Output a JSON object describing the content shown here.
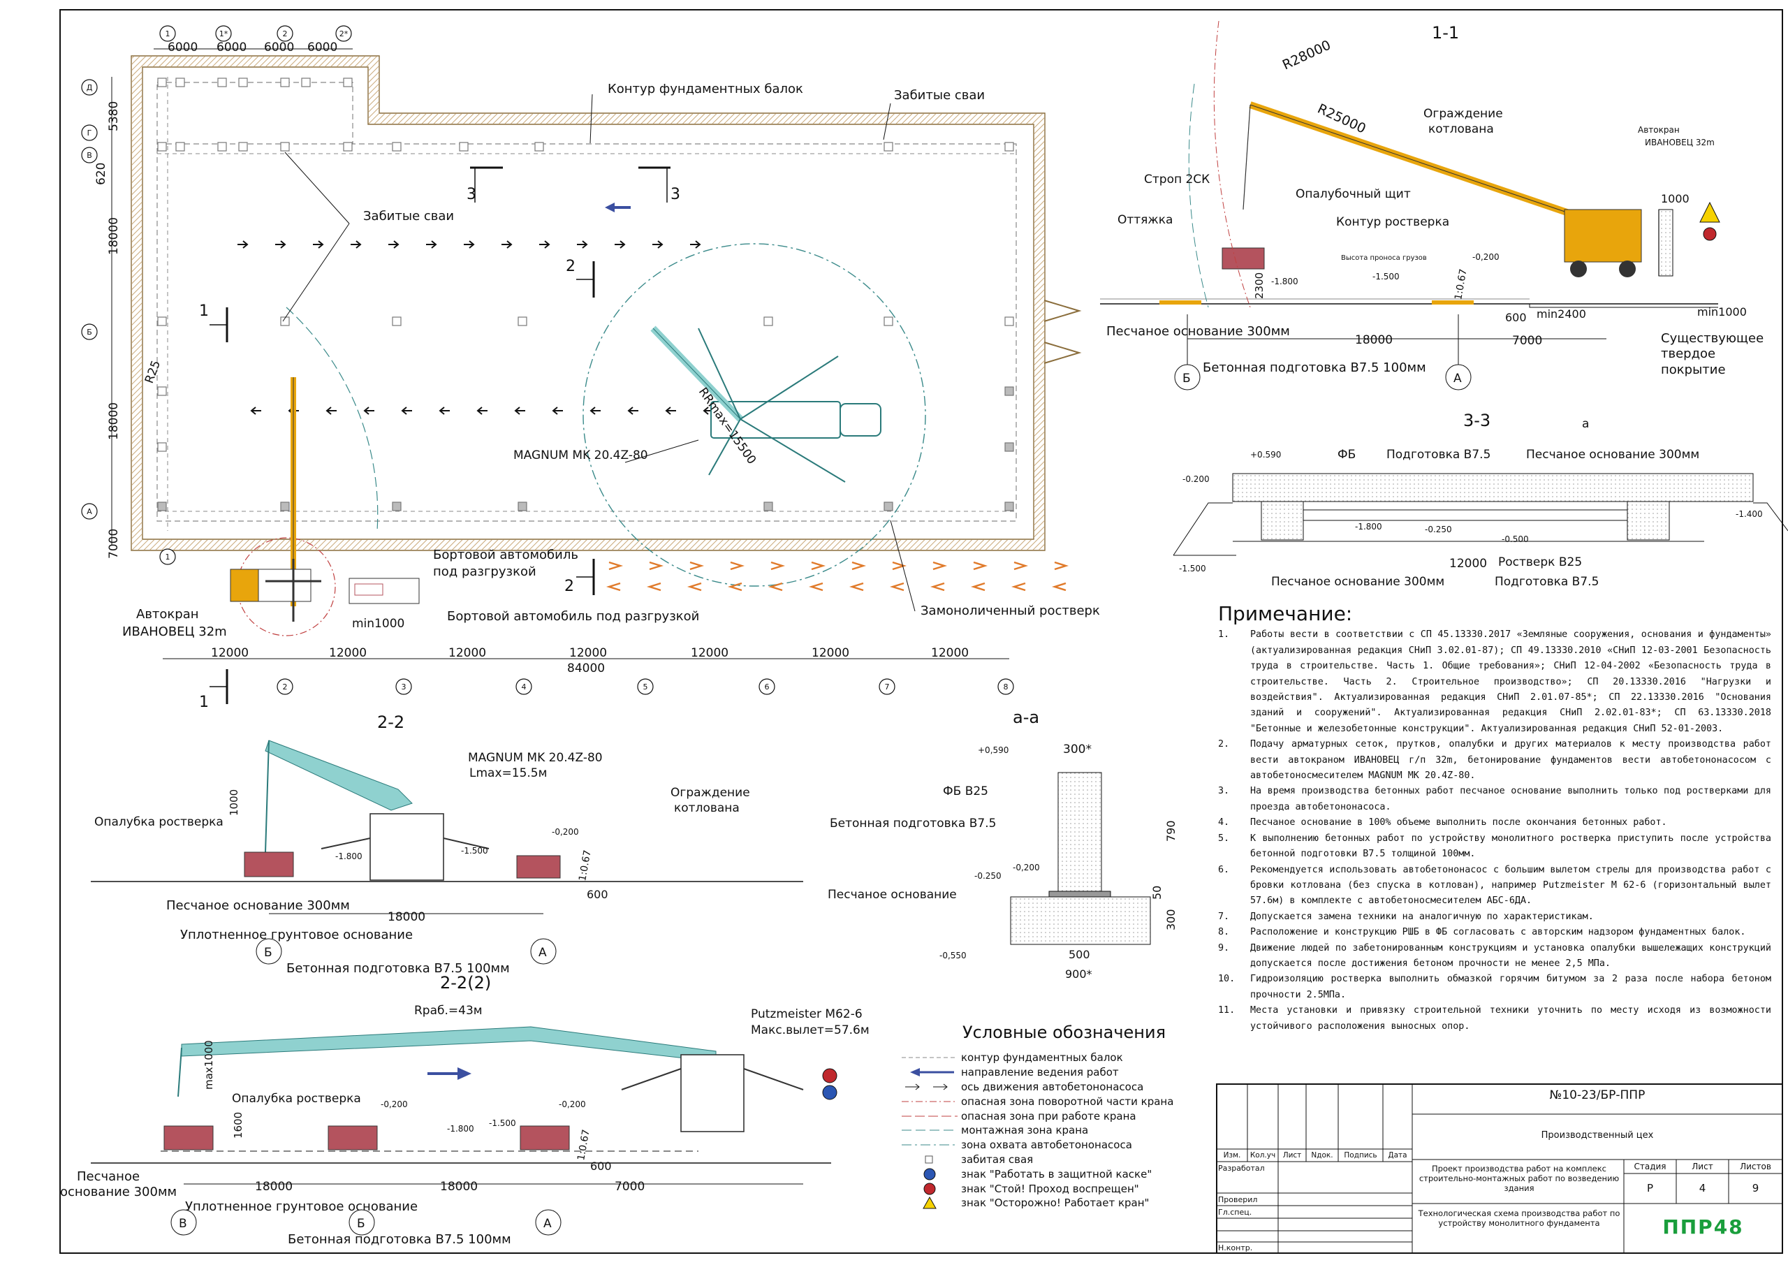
{
  "plan": {
    "axes_top": [
      "1",
      "1*",
      "2",
      "2*"
    ],
    "axes_left": [
      "Д",
      "Г",
      "В",
      "Б",
      "А"
    ],
    "axes_bottom": [
      "1",
      "2",
      "3",
      "4",
      "5",
      "6",
      "7",
      "8"
    ],
    "dims_top": [
      "6000",
      "6000",
      "6000",
      "6000"
    ],
    "dims_left": [
      "5380",
      "620",
      "18000",
      "18000",
      "7000"
    ],
    "dims_bottom": [
      "12000",
      "12000",
      "12000",
      "12000",
      "12000",
      "12000",
      "12000"
    ],
    "dim_total": "84000",
    "labels": {
      "foundation_contour": "Контур фундаментных балок",
      "driven_piles_right": "Забитые сваи",
      "driven_piles_left": "Забитые сваи",
      "radius_r25": "R25",
      "radius_rmax": "RRmax=15500",
      "pump_name": "MAGNUM MK 20.4Z-80",
      "truck_1": "Бортовой автомобиль под разгрузкой",
      "truck_2": "Бортовой автомобиль под разгрузкой",
      "crane_name": "Автокран ИВАНОВЕЦ 32m",
      "min1000": "min1000",
      "grillage_cast": "Замоноличенный ростверк"
    },
    "section_marks": [
      "1",
      "2",
      "3",
      "3",
      "2",
      "1"
    ]
  },
  "section_1_1": {
    "title": "1-1",
    "r28000": "R28000",
    "r25000": "R25000",
    "pit_fence": "Ограждение котлована",
    "crane": "Автокран ИВАНОВЕЦ 32m",
    "sling": "Строп 2СК",
    "formwork_shield": "Опалубочный щит",
    "guy": "Оттяжка",
    "grillage_contour": "Контур ростверка",
    "load_height": "Высота проноса грузов",
    "lv_m0200": "-0,200",
    "lv_m1800": "-1.800",
    "lv_m1500": "-1.500",
    "d2300": "2300",
    "d1067": "1:0.67",
    "d1000": "1000",
    "d600": "600",
    "min2400": "min2400",
    "min1000": "min1000",
    "sand": "Песчаное основание 300мм",
    "d18000": "18000",
    "d7000": "7000",
    "concrete_prep": "Бетонная подготовка B7.5 100мм",
    "existing": "Существующее твердое покрытие",
    "axis_b": "Б",
    "axis_a": "А"
  },
  "section_3_3": {
    "title": "3-3",
    "fb": "ФБ",
    "prep": "Подготовка B7.5",
    "sand": "Песчаное основание 300мм",
    "cut_a": "а",
    "lv_0590": "+0.590",
    "lv_m0200": "-0.200",
    "lv_m1800": "-1.800",
    "lv_m0250": "-0.250",
    "lv_m0500": "-0.500",
    "lv_m1400": "-1.400",
    "lv_m1500": "-1.500",
    "d12000": "12000",
    "grillage": "Ростверк B25",
    "sand2": "Песчаное основание 300мм",
    "prep2": "Подготовка B7.5"
  },
  "section_2_2": {
    "title": "2-2",
    "pump": "MAGNUM MK 20.4Z-80",
    "lmax": "Lmax=15.5м",
    "fence": "Ограждение котлована",
    "formwork": "Опалубка ростверка",
    "d1000": "1000",
    "lv_m0200": "-0,200",
    "lv_m1800": "-1.800",
    "lv_m1500": "-1.500",
    "d1067": "1:0.67",
    "d600": "600",
    "sand": "Песчаное основание 300мм",
    "d18000": "18000",
    "compacted": "Уплотненное грунтовое основание",
    "concrete": "Бетонная подготовка B7.5 100мм",
    "axis_b": "Б",
    "axis_a": "А"
  },
  "section_a_a": {
    "title": "а-а",
    "lv_0590": "+0,590",
    "d300s": "300*",
    "fb": "ФБ B25",
    "prep": "Бетонная подготовка B7.5",
    "sand": "Песчаное основание",
    "lv_m0250": "-0.250",
    "lv_m0200": "-0,200",
    "lv_m0550": "-0,550",
    "d790": "790",
    "d50": "50",
    "d300": "300",
    "d500": "500",
    "d900": "900*"
  },
  "section_2_2b": {
    "title": "2-2(2)",
    "rrab": "Rраб.=43м",
    "pump": "Putzmeister M62-6",
    "max": "Макс.вылет=57.6м",
    "formwork": "Опалубка ростверка",
    "d1000": "max1000",
    "d1600": "1600",
    "lv_m0200a": "-0,200",
    "lv_m0200b": "-0,200",
    "lv_m1800": "-1.800",
    "lv_m1500": "-1.500",
    "d1067": "1:0.67",
    "d600": "600",
    "sand": "Песчаное основание 300мм",
    "d18000a": "18000",
    "d18000b": "18000",
    "d7000": "7000",
    "compacted": "Уплотненное грунтовое основание",
    "concrete": "Бетонная подготовка B7.5 100мм",
    "axis_v": "В",
    "axis_b": "Б",
    "axis_a": "А"
  },
  "notes": {
    "title": "Примечание:",
    "items": [
      {
        "n": "1.",
        "t": "Работы вести в соответствии с СП 45.13330.2017 «Земляные сооружения, основания и фундаменты» (актуализированная редакция СНиП 3.02.01-87); СП 49.13330.2010 «СНиП 12-03-2001 Безопасность труда в строительстве. Часть 1. Общие требования»; СНиП 12-04-2002 «Безопасность труда в строительстве. Часть 2. Строительное производство»; СП 20.13330.2016 \"Нагрузки и воздействия\". Актуализированная редакция СНиП 2.01.07-85*; СП 22.13330.2016 \"Основания зданий и сооружений\". Актуализированная редакция СНиП 2.02.01-83*; СП 63.13330.2018 \"Бетонные и железобетонные конструкции\". Актуализированная редакция СНиП 52-01-2003."
      },
      {
        "n": "2.",
        "t": "Подачу арматурных сеток, прутков, опалубки и других материалов к месту производства работ вести автокраном ИВАНОВЕЦ г/п 32m, бетонирование фундаментов вести автобетононасосом с автобетоносмесителем MAGNUM MK 20.4Z-80."
      },
      {
        "n": "3.",
        "t": "На время производства бетонных работ песчаное основание выполнить только под ростверками для проезда автобетононасоса."
      },
      {
        "n": "4.",
        "t": "Песчаное основание в 100% объеме выполнить после окончания бетонных работ."
      },
      {
        "n": "5.",
        "t": "К выполнению бетонных работ по устройству монолитного ростверка приступить после устройства бетонной подготовки B7.5 толщиной 100мм."
      },
      {
        "n": "6.",
        "t": "Рекомендуется использовать автобетононасос с большим вылетом стрелы для производства работ с бровки котлована (без спуска в котлован), например Putzmeister M 62-6 (горизонтальный вылет 57.6м) в комплекте с автобетоносмесителем АБС-6ДА."
      },
      {
        "n": "7.",
        "t": "Допускается замена техники на аналогичную по характеристикам."
      },
      {
        "n": "8.",
        "t": "Расположение и конструкцию РШБ в ФБ согласовать с авторским надзором фундаментных балок."
      },
      {
        "n": "9.",
        "t": "Движение людей по забетонированным конструкциям и установка опалубки вышележащих конструкций допускается после достижения бетоном прочности не менее 2,5 МПа."
      },
      {
        "n": "10.",
        "t": "Гидроизоляцию ростверка выполнить обмазкой горячим битумом за 2 раза после набора бетоном прочности 2.5МПа."
      },
      {
        "n": "11.",
        "t": "Места установки и привязку строительной техники уточнить по месту исходя из возможности устойчивого расположения выносных опор."
      }
    ]
  },
  "legend": {
    "title": "Условные обозначения",
    "items": [
      "контур фундаментных балок",
      "направление ведения работ",
      "ось движения автобетононасоса",
      "опасная зона поворотной части крана",
      "опасная зона при работе крана",
      "монтажная зона крана",
      "зона охвата автобетононасоса",
      "забитая свая",
      "знак \"Работать в защитной каске\"",
      "знак \"Стой! Проход воспрещен\"",
      "знак \"Осторожно! Работает кран\""
    ]
  },
  "title_block": {
    "code": "№10-23/БР-ППР",
    "subtitle": "Производственный цех",
    "project": "Проект производства работ на комплекс строительно-монтажных работ по возведению здания",
    "sheet_title": "Технологическая схема производства работ по устройству монолитного фундамента",
    "col_heads": [
      "Изм.",
      "Кол.уч",
      "Лист",
      "Nдок.",
      "Подпись",
      "Дата"
    ],
    "roles": [
      "Разработал",
      "Проверил",
      "Гл.спец.",
      "Н.контр."
    ],
    "stage_h": "Стадия",
    "sheet_h": "Лист",
    "sheets_h": "Листов",
    "stage": "Р",
    "sheet": "4",
    "sheets": "9",
    "logo": "ППР48",
    "logo_color": "#1a9e3c"
  },
  "colors": {
    "crane": "#e8a50c",
    "pump": "#8fd1cf",
    "arrow": "#3b4fa0",
    "truck_arrow": "#e07a2a",
    "formwork": "#b4535e",
    "hatch": "#c9a878"
  }
}
